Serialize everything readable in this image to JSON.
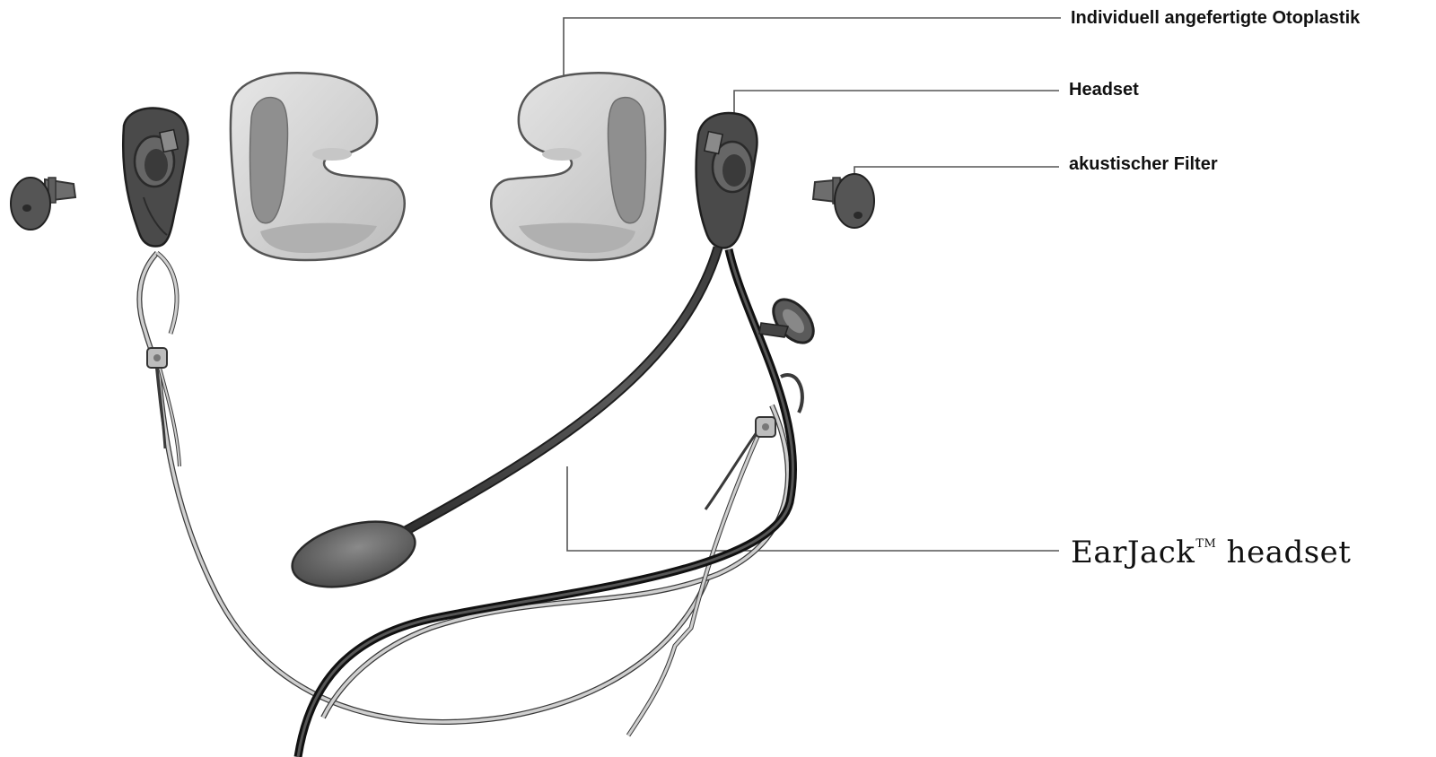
{
  "callouts": {
    "custom_earmold": "Individuell angefertigte Otoplastik",
    "headset": "Headset",
    "acoustic_filter": "akustischer Filter"
  },
  "product": {
    "name": "EarJack",
    "trademark": "TM",
    "suffix": " headset"
  },
  "colors": {
    "line": "#555555",
    "earmold": "#d9d9d9",
    "earmold_inner": "#9a9a9a",
    "module": "#4a4a4a",
    "cable_dark": "#3f3f3f",
    "cable_light": "#cfcfcf",
    "main_cable": "#111111"
  }
}
